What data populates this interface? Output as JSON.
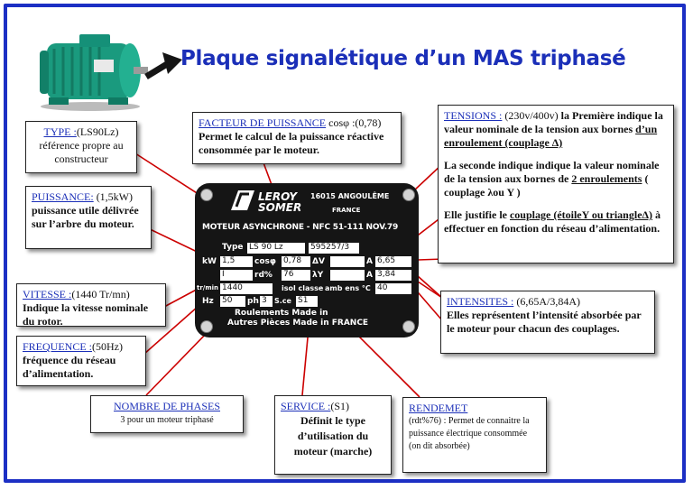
{
  "title": "Plaque signalétique d’un MAS triphasé",
  "boxes": {
    "type": {
      "label": "TYPE :",
      "value": "(LS90Lz)",
      "text": "référence propre au constructeur"
    },
    "facteur": {
      "label": "FACTEUR DE PUISSANCE",
      "value": "cosφ :(0,78)",
      "text": "Permet le calcul de la puissance réactive consommée par le moteur."
    },
    "tensions": {
      "label": "TENSIONS :",
      "value": "(230v/400v)",
      "text1": "la Première indique la valeur nominale de la tension aux bornes",
      "underline1": "d’un enroulement (couplage Δ)",
      "text2": "La seconde indique indique la valeur nominale de la tension aux bornes de",
      "underline2": "2 enroulements",
      "text2b": "( couplage λou Y )",
      "text3": "Elle justifie le",
      "underline3": "couplage (étoileY ou triangleΔ)",
      "text3b": "à effectuer en fonction du réseau d’alimentation."
    },
    "puissance": {
      "label": "PUISSANCE:",
      "value": "(1,5kW)",
      "text": "puissance utile délivrée sur l’arbre du moteur."
    },
    "vitesse": {
      "label": "VITESSE :",
      "value": "(1440 Tr/mn)",
      "text": "Indique la vitesse nominale du rotor."
    },
    "intensites": {
      "label": "INTENSITES :",
      "value": "(6,65A/3,84A)",
      "text": "Elles représentent l’intensité absorbée par le moteur pour chacun des couplages."
    },
    "frequence": {
      "label": "FREQUENCE :",
      "value": "(50Hz)",
      "text": "fréquence du réseau d’alimentation."
    },
    "phases": {
      "label": "NOMBRE DE PHASES",
      "text": "3 pour un moteur triphasé"
    },
    "service": {
      "label": "SERVICE :",
      "value": "(S1)",
      "text": "Définit le type d’utilisation du moteur (marche)"
    },
    "rendement": {
      "label": "RENDEMET",
      "value": "(rdt%76) :",
      "text": "Permet de connaitre la puissance électrique consommée (on dit absorbée)"
    }
  },
  "plate": {
    "brand1": "LEROY",
    "brand2": "SOMER",
    "city": "16015 ANGOULÊME",
    "country": "FRANCE",
    "motor_line": "MOTEUR ASYNCHRONE - NFC 51-111 NOV.79",
    "type_label": "Type",
    "type_value": "LS 90 Lz",
    "serial": "595257/3",
    "kw_label": "kW",
    "kw_value": "1,5",
    "cos_label": "cosφ",
    "cos_value": "0,78",
    "dv_label": "ΔV",
    "a_label": "A",
    "a1_value": "6,65",
    "bar_label": "I",
    "rd_label": "rd%",
    "rd_value": "76",
    "yv_label": "λY",
    "a2_value": "3,84",
    "tmin_label": "tr/min",
    "tmin_value": "1440",
    "isol_label": "isol classe",
    "amb_label": "amb ens °C",
    "amb_value": "40",
    "hz_label": "Hz",
    "hz_value": "50",
    "ph_label": "ph",
    "ph_value": "3",
    "s_label": "S.ce",
    "s_value": "S1",
    "rlt1": "Roulements Made in",
    "rlt2": "Autres Pièces Made in FRANCE"
  },
  "colors": {
    "frame": "#1c2fc4",
    "title": "#1b2fb8",
    "label": "#1b2fb8",
    "leader": "#cc0000",
    "motor": "#1a9a7e"
  }
}
